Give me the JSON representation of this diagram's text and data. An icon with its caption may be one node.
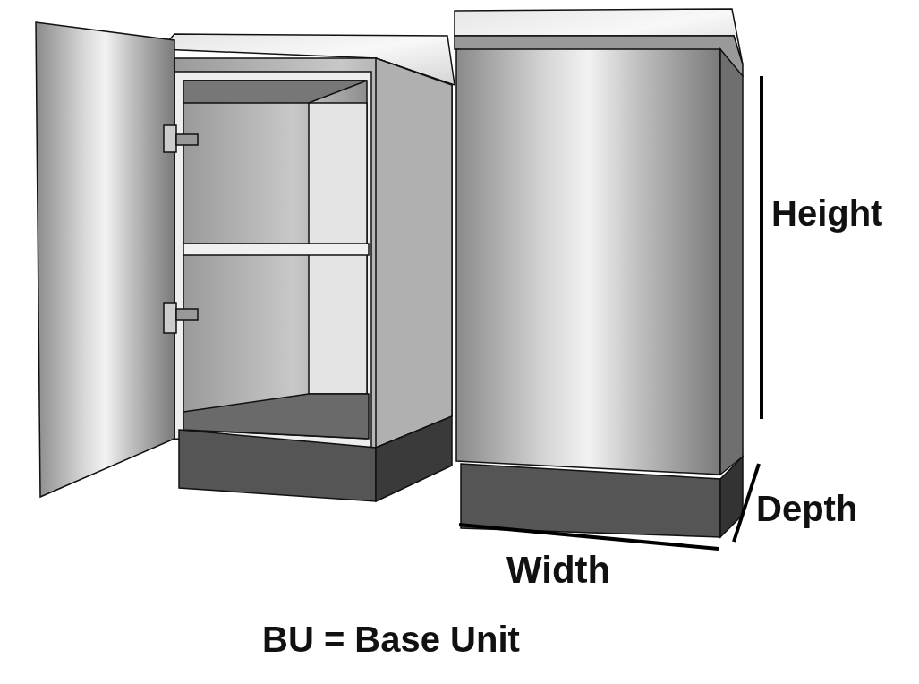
{
  "diagram": {
    "caption": "BU = Base Unit",
    "labels": [
      "Height",
      "Depth",
      "Width"
    ]
  }
}
